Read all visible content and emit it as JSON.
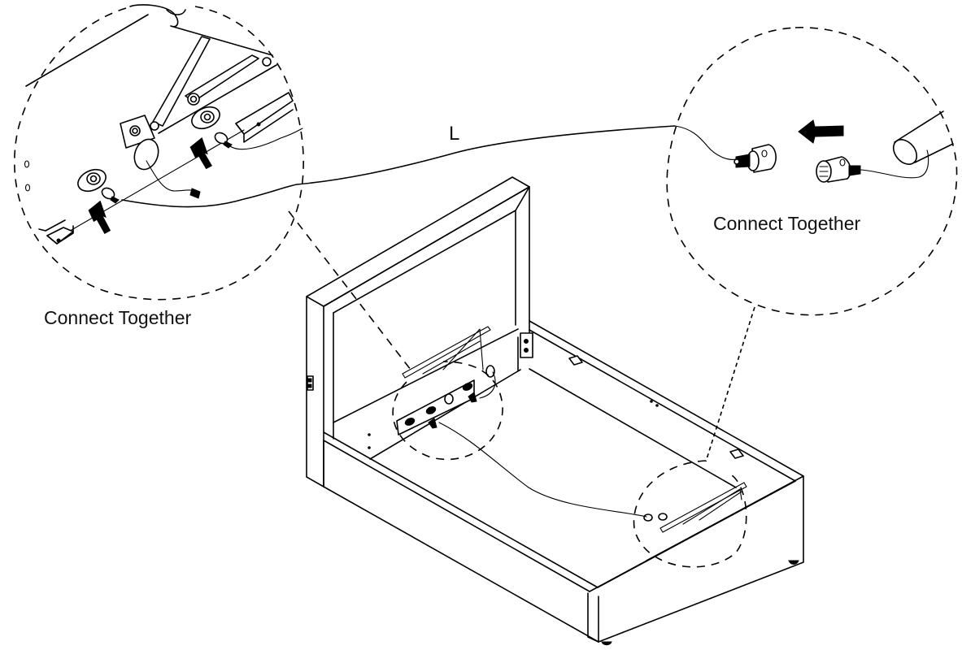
{
  "diagram": {
    "title": "Bed frame lift mechanism wiring - connect cable L between headboard and footboard",
    "cable_label": "L",
    "callouts": [
      {
        "id": "headboard-detail",
        "caption": "Connect Together",
        "description": "Headboard lift bracket sockets; two connectors plug into panel sockets (arrows indicate insertion)",
        "arrow_count": 2
      },
      {
        "id": "footboard-detail",
        "caption": "Connect Together",
        "description": "Inline plug-and-socket connector joined at footboard corner; arrow indicates push direction",
        "arrow_direction": "left"
      }
    ],
    "colors": {
      "ink": "#000000",
      "background": "#ffffff",
      "text": "#111111"
    }
  }
}
